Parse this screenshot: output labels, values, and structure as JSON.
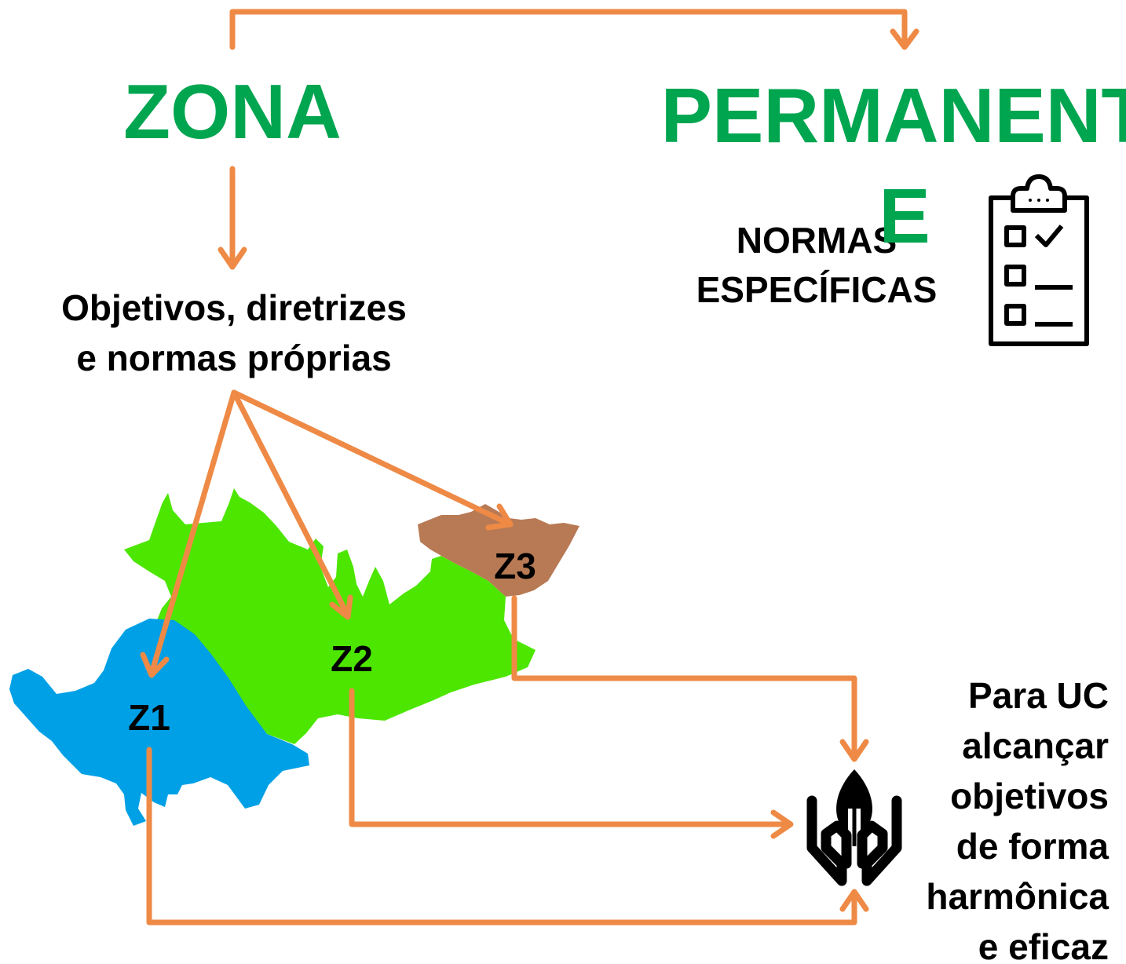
{
  "colors": {
    "title_green": "#00a550",
    "arrow_orange": "#ee8a45",
    "zone1_blue": "#00a0e6",
    "zone2_green": "#4de600",
    "zone3_brown": "#b87a55",
    "text_black": "#000000"
  },
  "titles": {
    "zona": "ZONA",
    "permanente_line1": "PERMANENT",
    "permanente_line2": "E"
  },
  "normas": {
    "line1": "NORMAS",
    "line2": "ESPECÍFICAS",
    "icon": "clipboard-checklist-icon"
  },
  "objetivos": {
    "line1": "Objetivos, diretrizes",
    "line2": "e normas próprias"
  },
  "zones": {
    "z1": "Z1",
    "z2": "Z2",
    "z3": "Z3"
  },
  "goal": {
    "lines": [
      "Para UC",
      "alcançar",
      "objetivos",
      "de forma",
      "harmônica",
      "e eficaz"
    ],
    "icon": "hands-leaf-icon"
  }
}
